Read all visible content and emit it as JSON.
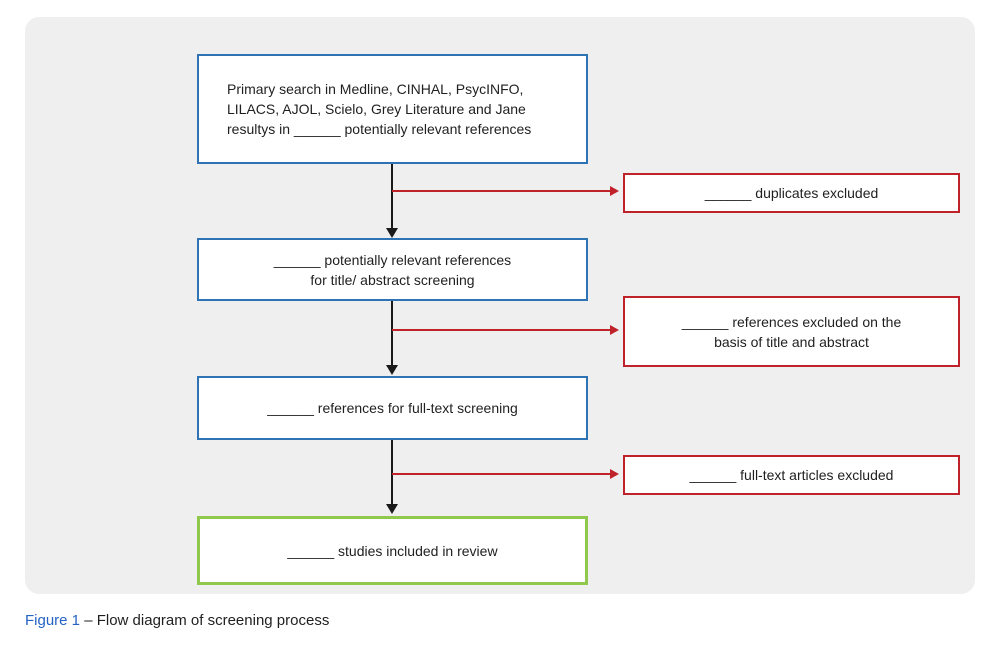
{
  "diagram": {
    "title_semantic": "Flow diagram of screening process",
    "main_flow": [
      {
        "name": "primary-search",
        "style": "blue",
        "text": "Primary search in Medline, CINHAL, PsycINFO,\nLILACS, AJOL, Scielo, Grey Literature and Jane\nresultys in ______ potentially relevant references"
      },
      {
        "name": "title-abstract-screening",
        "style": "blue",
        "text": "______ potentially relevant references\nfor title/ abstract screening"
      },
      {
        "name": "fulltext-screening",
        "style": "blue",
        "text": "______ references for full-text screening"
      },
      {
        "name": "included-studies",
        "style": "green",
        "text": "______ studies included in review"
      }
    ],
    "exclusion_boxes": [
      {
        "name": "duplicates-excluded",
        "style": "red",
        "text": "______ duplicates excluded"
      },
      {
        "name": "title-abstract-excluded",
        "style": "red",
        "text": "______ references excluded on the\nbasis of title and abstract"
      },
      {
        "name": "fulltext-excluded",
        "style": "red",
        "text": "______ full-text articles excluded"
      }
    ],
    "colors": {
      "blue_border": "#2e74b5",
      "red_border": "#bf2329",
      "green_border": "#90c84e",
      "panel_background": "#efeff0",
      "arrow_black": "#1a1a1a",
      "caption_label_blue": "#2563c4"
    }
  },
  "caption": {
    "label": "Figure 1",
    "text": "– Flow diagram of screening process"
  }
}
